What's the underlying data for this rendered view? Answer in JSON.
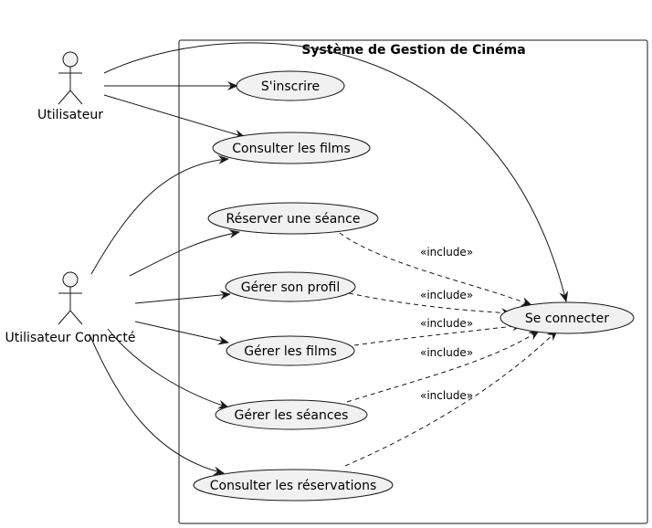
{
  "colors": {
    "background": "#ffffff",
    "shape_fill": "#f1f1f1",
    "stroke": "#181818",
    "text": "#000000"
  },
  "system": {
    "title": "Système de Gestion de Cinéma"
  },
  "actors": {
    "user": {
      "label": "Utilisateur"
    },
    "connected_user": {
      "label": "Utilisateur Connecté"
    }
  },
  "use_cases": {
    "sinscrire": "S'inscrire",
    "consulter_films": "Consulter les films",
    "reserver_seance": "Réserver une séance",
    "gerer_profil": "Gérer son profil",
    "gerer_films": "Gérer les films",
    "gerer_seances": "Gérer les séances",
    "consulter_reservations": "Consulter les réservations",
    "se_connecter": "Se connecter"
  },
  "relations": {
    "include_label": "«include»"
  }
}
